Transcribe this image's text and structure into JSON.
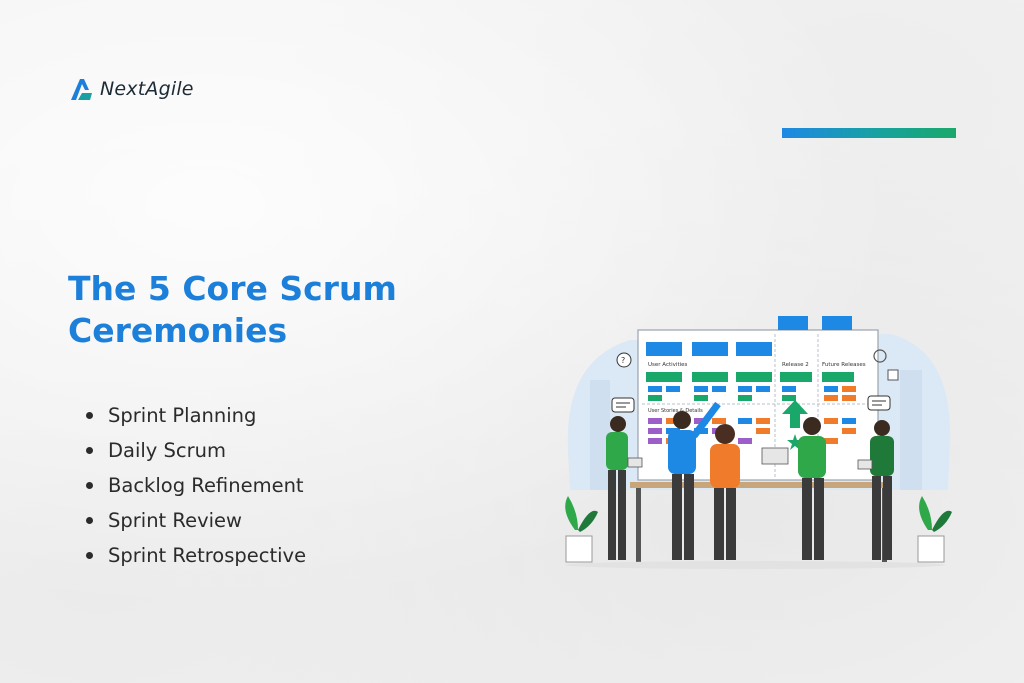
{
  "brand": {
    "name": "NextAgile",
    "logo_icon": "nextagile-logo-icon",
    "colors": {
      "primary": "#1c7fd9",
      "accent_start": "#1e88e5",
      "accent_end": "#1aa86a"
    }
  },
  "heading": {
    "line1": "The 5 Core Scrum",
    "line2": "Ceremonies"
  },
  "ceremonies": [
    "Sprint Planning",
    "Daily Scrum",
    "Backlog Refinement",
    "Sprint Review",
    "Sprint Retrospective"
  ],
  "illustration": {
    "icon": "team-story-map-board-illustration",
    "board_labels": {
      "user_activities": "User Activities",
      "release_2": "Release 2",
      "future_releases": "Future Releases",
      "user_stories": "User Stories & Details"
    }
  }
}
